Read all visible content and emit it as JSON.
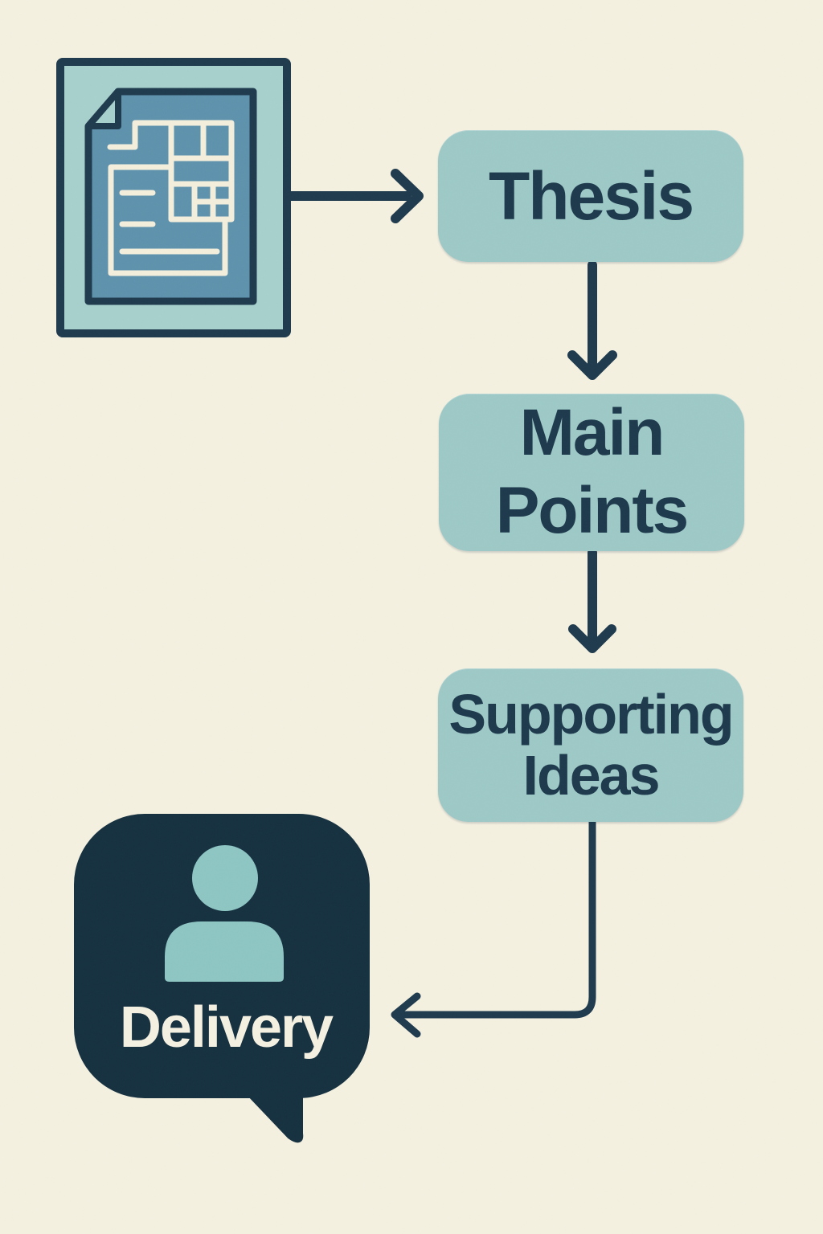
{
  "palette": {
    "bg": "#f5f1e1",
    "ink": "#1e3a4d",
    "node_fill": "#9dc9c7",
    "node_text": "#1d394c",
    "bubble_fill": "#15303f",
    "page_fill": "#5e92ac",
    "panel_fill": "#a7d0cc",
    "person_fill": "#8ec6c4",
    "paper_line": "#f4eedc",
    "light_text": "#f5f1e2"
  },
  "flow": {
    "source_icon": "document-layout-icon",
    "nodes": {
      "thesis": {
        "label": "Thesis"
      },
      "main_points": {
        "label": "Main Points"
      },
      "supporting_ideas": {
        "label": "Supporting Ideas"
      },
      "delivery": {
        "label": "Delivery"
      }
    },
    "edges": [
      {
        "from": "document",
        "to": "thesis",
        "direction": "right"
      },
      {
        "from": "thesis",
        "to": "main_points",
        "direction": "down"
      },
      {
        "from": "main_points",
        "to": "supporting_ideas",
        "direction": "down"
      },
      {
        "from": "supporting_ideas",
        "to": "delivery",
        "direction": "down-left"
      }
    ]
  }
}
